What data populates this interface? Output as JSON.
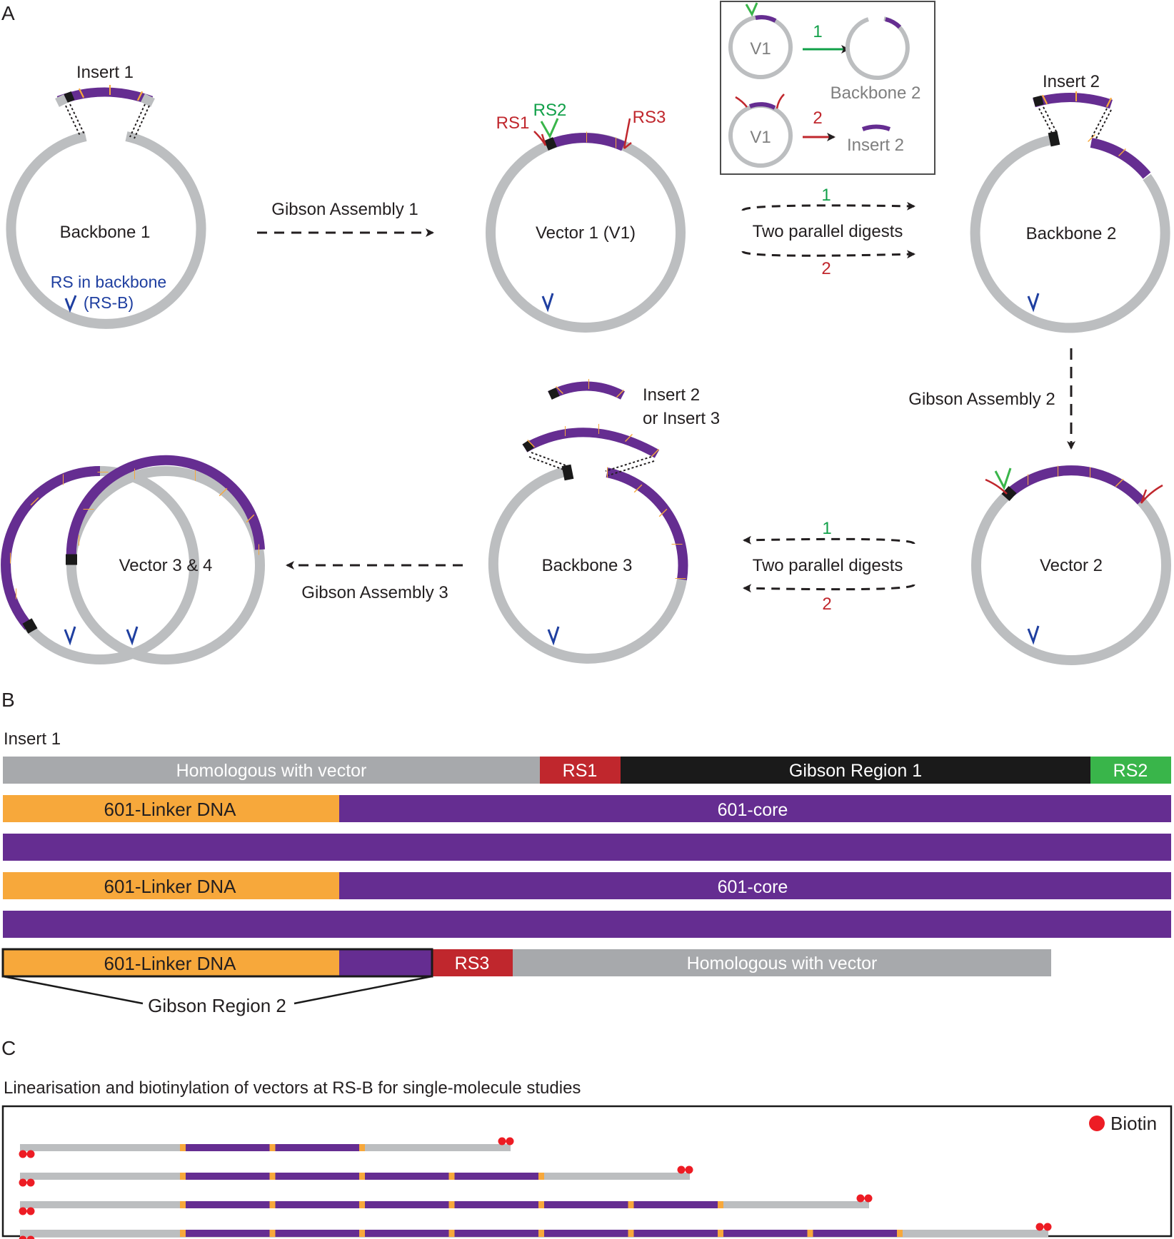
{
  "colors": {
    "backbone": "#bcbec0",
    "insert": "#652d91",
    "linker": "#f7a83b",
    "gibson": "#1a1a1a",
    "restriction_red": "#c0272d",
    "restriction_green": "#39b54a",
    "rs_backbone": "#1f3fa0",
    "biotin": "#ed1c24"
  },
  "panel_a": {
    "label": "A",
    "insert1": "Insert 1",
    "backbone1": "Backbone 1",
    "rs_backbone_1": "RS in backbone",
    "rs_backbone_2": "(RS-B)",
    "gibson1": "Gibson Assembly 1",
    "vector1": "Vector 1 (V1)",
    "rs1": "RS1",
    "rs2": "RS2",
    "rs3": "RS3",
    "digest_num1": "1",
    "digest_num2": "2",
    "two_digests": "Two parallel digests",
    "inset_v1": "V1",
    "inset_num1": "1",
    "inset_num2": "2",
    "inset_backbone2": "Backbone 2",
    "inset_insert2": "Insert 2",
    "insert2": "Insert 2",
    "backbone2": "Backbone 2",
    "gibson2": "Gibson Assembly 2",
    "vector2": "Vector 2",
    "insert2or3_1": "Insert 2",
    "insert2or3_2": "or Insert 3",
    "backbone3": "Backbone 3",
    "gibson3": "Gibson Assembly 3",
    "vector34": "Vector 3 & 4"
  },
  "panel_b": {
    "label": "B",
    "insert1": "Insert 1",
    "homologous1": "Homologous with vector",
    "rs1": "RS1",
    "gibson_region1": "Gibson Region 1",
    "rs2": "RS2",
    "linker_a": "601-Linker DNA",
    "core_a": "601-core",
    "linker_b": "601-Linker DNA",
    "core_b": "601-core",
    "linker_c": "601-Linker DNA",
    "rs3": "RS3",
    "homologous2": "Homologous with vector",
    "gibson_region2": "Gibson Region 2"
  },
  "panel_c": {
    "label": "C",
    "title": "Linearisation and biotinylation of vectors at RS-B for single-molecule studies",
    "legend_biotin": "Biotin",
    "molecules": [
      {
        "repeats": 2
      },
      {
        "repeats": 4
      },
      {
        "repeats": 6
      },
      {
        "repeats": 8
      }
    ]
  }
}
